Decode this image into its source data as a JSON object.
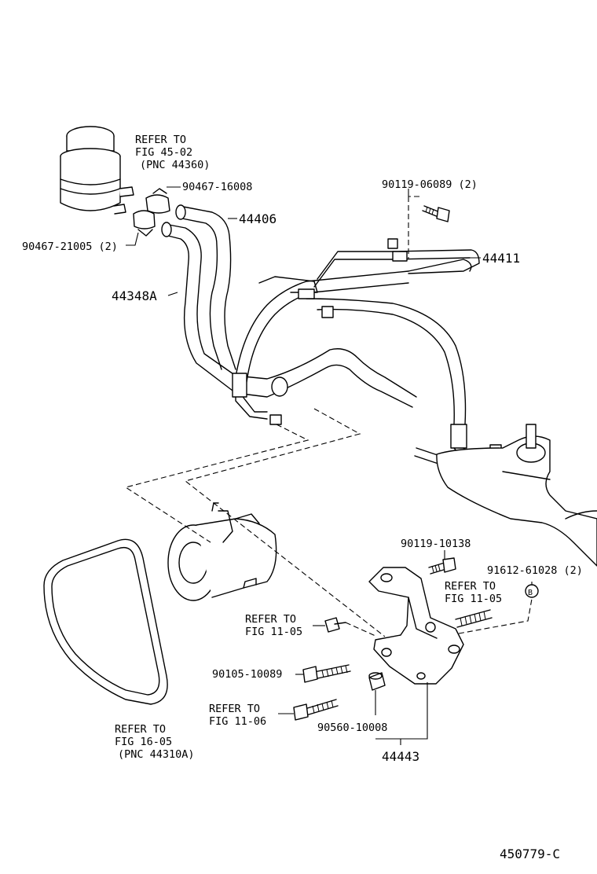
{
  "labels": {
    "refer_reservoir": [
      "REFER TO",
      "FIG 45-02",
      "(PNC 44360)"
    ],
    "clamp_upper": "90467-16008",
    "hose_return": "44406",
    "clamp_lower": "90467-21005 (2)",
    "hose_suction": "44348A",
    "bolt_top": "90119-06089 (2)",
    "pressure_tube": "44411",
    "bolt_bracket": "90119-10138",
    "nut_b": "91612-61028 (2)",
    "refer_11_05_right": [
      "REFER TO",
      "FIG 11-05"
    ],
    "refer_11_05_left": [
      "REFER TO",
      "FIG 11-05"
    ],
    "bolt_long": "90105-10089",
    "refer_11_06": [
      "REFER TO",
      "FIG 11-06"
    ],
    "spacer": "90560-10008",
    "bracket_assy": "44443",
    "refer_belt": [
      "REFER TO",
      "FIG 16-05",
      "(PNC 44310A)"
    ],
    "callout_b": "B",
    "diagram_id": "450779-C"
  }
}
